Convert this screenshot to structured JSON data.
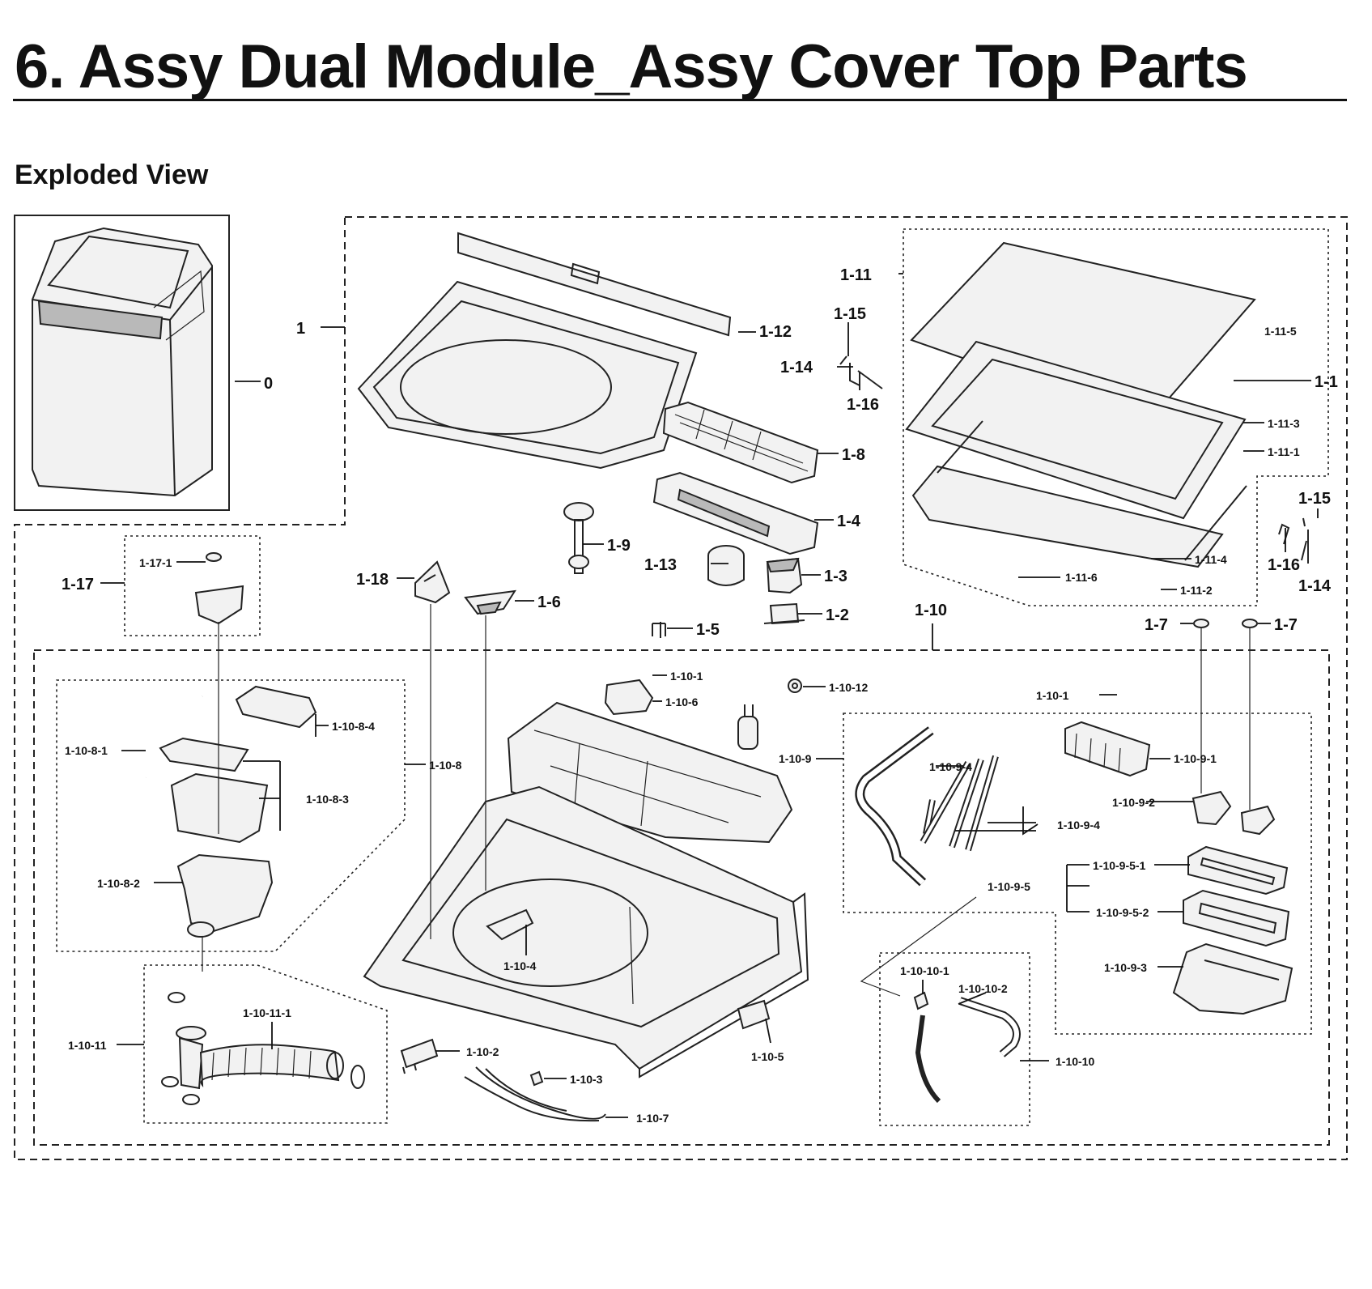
{
  "header": {
    "title": "6.  Assy Dual Module_Assy Cover Top Parts",
    "subtitle": "Exploded View"
  },
  "callouts": {
    "c0": "0",
    "c1": "1",
    "c1_1": "1-1",
    "c1_2": "1-2",
    "c1_3": "1-3",
    "c1_4": "1-4",
    "c1_5": "1-5",
    "c1_6": "1-6",
    "c1_7a": "1-7",
    "c1_7b": "1-7",
    "c1_8": "1-8",
    "c1_9": "1-9",
    "c1_10": "1-10",
    "c1_11": "1-11",
    "c1_12": "1-12",
    "c1_13": "1-13",
    "c1_14a": "1-14",
    "c1_14b": "1-14",
    "c1_15a": "1-15",
    "c1_15b": "1-15",
    "c1_16a": "1-16",
    "c1_16b": "1-16",
    "c1_17": "1-17",
    "c1_17_1": "1-17-1",
    "c1_18": "1-18",
    "c1_11_1": "1-11-1",
    "c1_11_2": "1-11-2",
    "c1_11_3": "1-11-3",
    "c1_11_4": "1-11-4",
    "c1_11_5": "1-11-5",
    "c1_11_6": "1-11-6",
    "c1_10_1a": "1-10-1",
    "c1_10_1b": "1-10-1",
    "c1_10_2": "1-10-2",
    "c1_10_3": "1-10-3",
    "c1_10_4": "1-10-4",
    "c1_10_5": "1-10-5",
    "c1_10_6": "1-10-6",
    "c1_10_7": "1-10-7",
    "c1_10_8": "1-10-8",
    "c1_10_8_1": "1-10-8-1",
    "c1_10_8_2": "1-10-8-2",
    "c1_10_8_3": "1-10-8-3",
    "c1_10_8_4": "1-10-8-4",
    "c1_10_9": "1-10-9",
    "c1_10_9_1": "1-10-9-1",
    "c1_10_9_2": "1-10-9-2",
    "c1_10_9_3": "1-10-9-3",
    "c1_10_9_4a": "1-10-9-4",
    "c1_10_9_4b": "1-10-9-4",
    "c1_10_9_5": "1-10-9-5",
    "c1_10_9_5_1": "1-10-9-5-1",
    "c1_10_9_5_2": "1-10-9-5-2",
    "c1_10_10": "1-10-10",
    "c1_10_10_1": "1-10-10-1",
    "c1_10_10_2": "1-10-10-2",
    "c1_10_11": "1-10-11",
    "c1_10_11_1": "1-10-11-1",
    "c1_10_12": "1-10-12"
  }
}
